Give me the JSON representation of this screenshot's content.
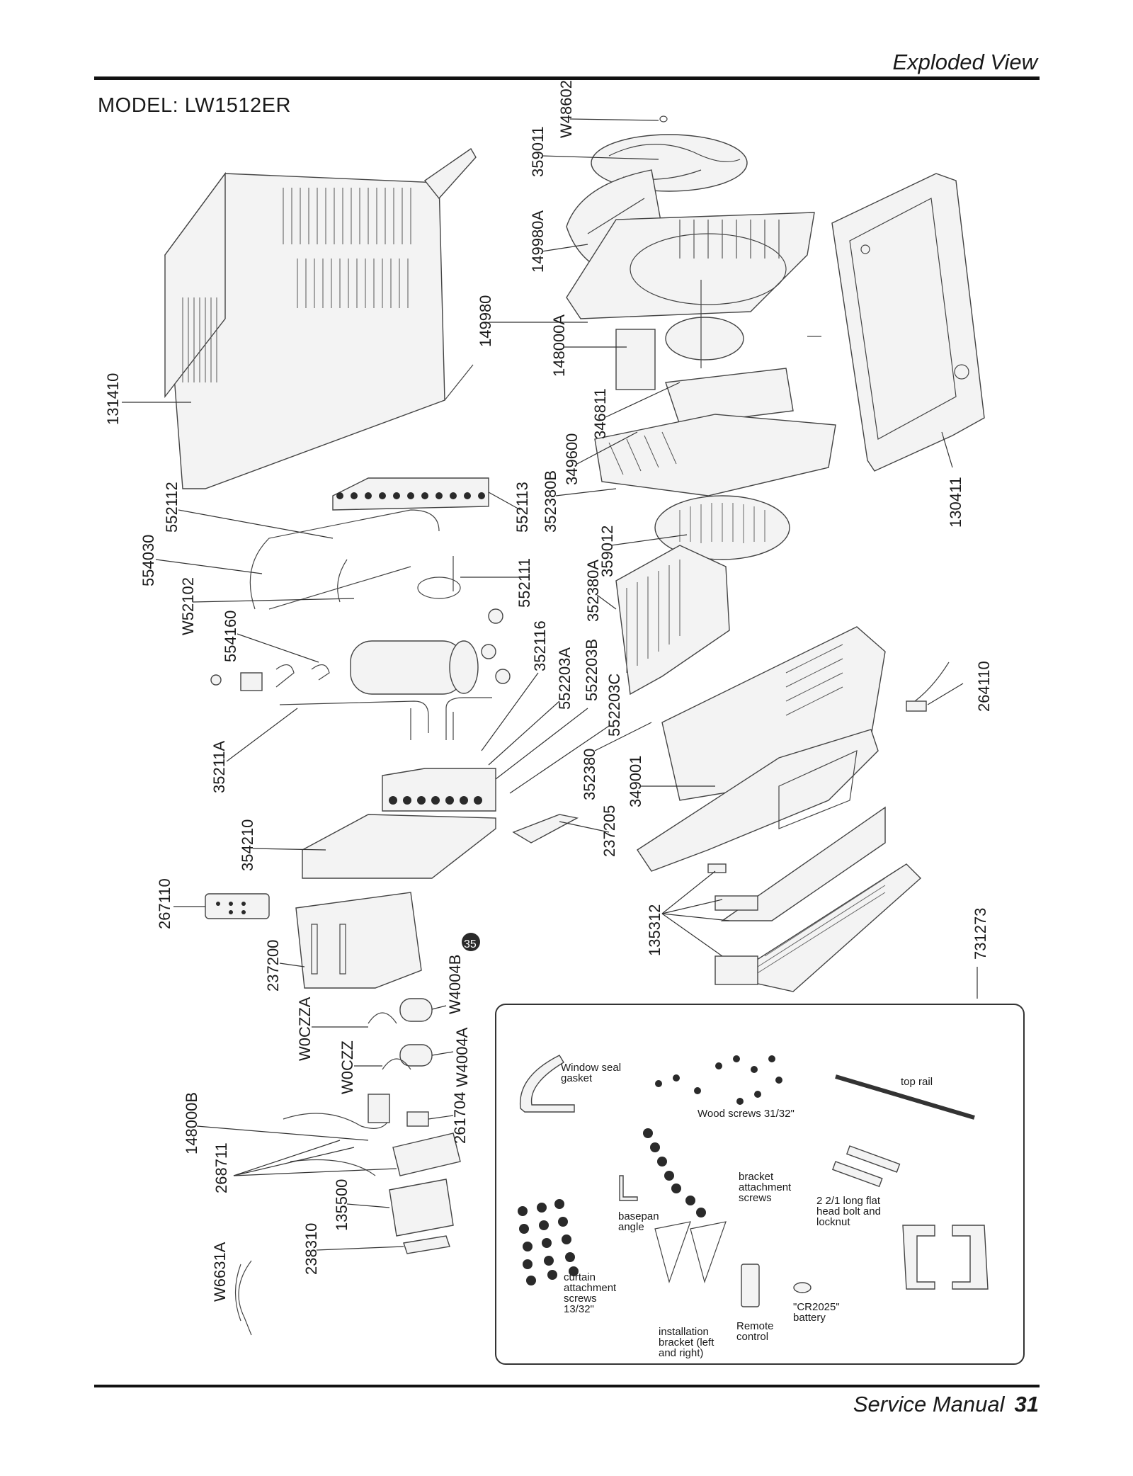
{
  "header": {
    "section_title": "Exploded View"
  },
  "model_label": "MODEL: LW1512ER",
  "footer": {
    "manual_label": "Service Manual",
    "page_number": "31"
  },
  "part_numbers": [
    "W48602",
    "359011",
    "149980A",
    "149980",
    "148000A",
    "346811",
    "349600",
    "352380B",
    "359012",
    "352380A",
    "352116",
    "552203A",
    "552203B",
    "552203C",
    "352380",
    "349001",
    "237205",
    "135312",
    "731273",
    "264110",
    "130411",
    "131410",
    "552112",
    "554030",
    "W52102",
    "554160",
    "552113",
    "552111",
    "35211A",
    "354210",
    "267110",
    "237200",
    "W0CZZA",
    "W0CZZ",
    "W4004B",
    "W4004A",
    "148000B",
    "268711",
    "261704",
    "135500",
    "238310",
    "W6631A"
  ],
  "callout_marker": "35",
  "accessories": {
    "window_seal_gasket": "Window seal gasket",
    "wood_screws": "Wood screws 31/32\"",
    "top_rail": "top rail",
    "bracket_attachment_screws": "bracket attachment screws",
    "basepan_angle": "basepan angle",
    "head_bolt": "2 2/1 long flat head bolt and locknut",
    "curtain_screws": "curtain attachment screws 13/32\"",
    "installation_bracket": "installation bracket (left and right)",
    "remote_control": "Remote control",
    "battery": "\"CR2025\" battery"
  }
}
